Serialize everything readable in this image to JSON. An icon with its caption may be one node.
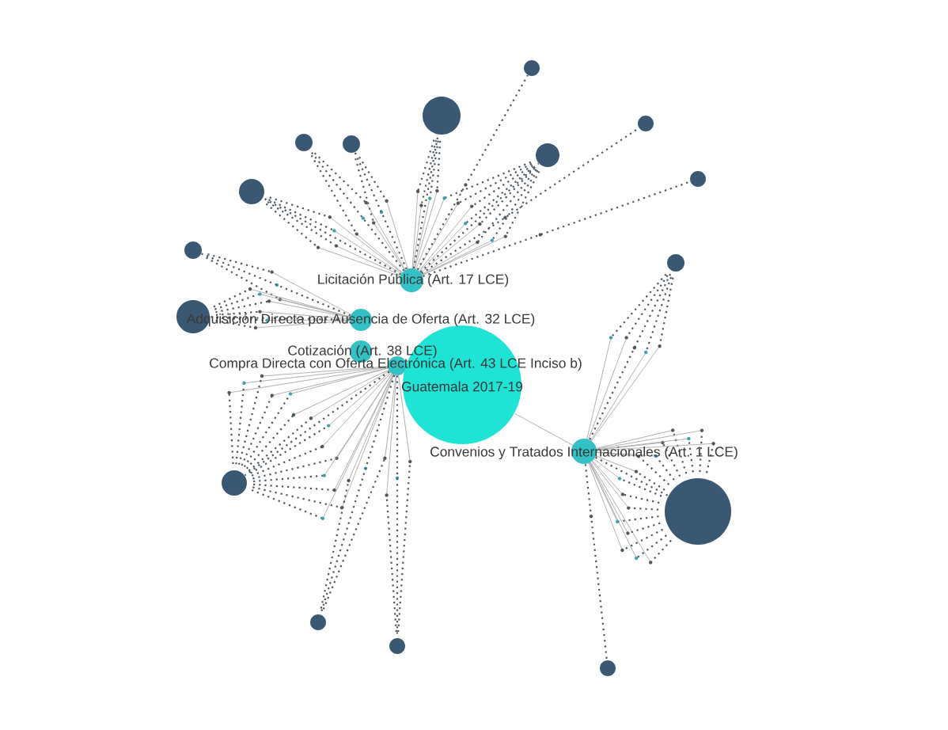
{
  "diagram": {
    "nodes": [
      {
        "text": [
          "Licitación Pública (Art. 17 LCE)"
        ]
      },
      {
        "text": [
          "Adquisición Directa por Ausencia de Oferta (Art. 32 LCE)"
        ]
      },
      {
        "text": [
          "Cotización (Art. 38 LCE)"
        ]
      },
      {
        "text": [
          "Compra Directa con Oferta Electrónica (Art. 43 LCE Inciso b)"
        ]
      },
      {
        "text": [
          "Guatemala 2017-19"
        ]
      },
      {
        "text": [
          "Convenios y Tratados Internacionales (Art. 1 LCE)"
        ]
      },
      {
        "text": [],
        "shape": "circle"
      },
      {
        "text": [],
        "shape": "circle"
      },
      {
        "text": [],
        "shape": "circle"
      },
      {
        "text": [],
        "shape": "circle"
      },
      {
        "text": [],
        "shape": "circle"
      },
      {
        "text": [],
        "shape": "circle"
      },
      {
        "text": [],
        "shape": "circle"
      },
      {
        "text": [],
        "shape": "circle"
      },
      {
        "text": [],
        "shape": "circle"
      },
      {
        "text": [],
        "shape": "circle"
      },
      {
        "text": [],
        "shape": "circle"
      },
      {
        "text": [],
        "shape": "circle"
      },
      {
        "text": [],
        "shape": "circle"
      },
      {
        "text": [],
        "shape": "circle"
      },
      {
        "text": [],
        "shape": "circle"
      },
      {
        "text": [],
        "shape": "circle"
      }
    ],
    "edges": [
      {
        "from": 4,
        "to": 5,
        "arrow": "none"
      },
      {
        "from": 0,
        "to": 6,
        "arrow": "none",
        "style": "dashed"
      },
      {
        "from": 0,
        "to": 7,
        "arrow": "none",
        "style": "dashed"
      },
      {
        "from": 0,
        "to": 8,
        "arrow": "none",
        "style": "dashed"
      },
      {
        "from": 0,
        "to": 9,
        "arrow": "none",
        "style": "dashed"
      },
      {
        "from": 0,
        "to": 10,
        "arrow": "none",
        "style": "dashed"
      },
      {
        "from": 0,
        "to": 11,
        "arrow": "none",
        "style": "dashed"
      },
      {
        "from": 0,
        "to": 12,
        "arrow": "none",
        "style": "dashed"
      },
      {
        "from": 0,
        "to": 13,
        "arrow": "none",
        "style": "dashed"
      },
      {
        "from": 1,
        "to": 14,
        "arrow": "none",
        "style": "dashed"
      },
      {
        "from": 1,
        "to": 16,
        "arrow": "none",
        "style": "dashed"
      },
      {
        "from": 3,
        "to": 17,
        "arrow": "none",
        "style": "dashed"
      },
      {
        "from": 3,
        "to": 19,
        "arrow": "none",
        "style": "dashed"
      },
      {
        "from": 3,
        "to": 20,
        "arrow": "none",
        "style": "dashed"
      },
      {
        "from": 5,
        "to": 15,
        "arrow": "none",
        "style": "dashed"
      },
      {
        "from": 5,
        "to": 18,
        "arrow": "none",
        "style": "dashed"
      },
      {
        "from": 5,
        "to": 21,
        "arrow": "none",
        "style": "dashed"
      }
    ]
  }
}
